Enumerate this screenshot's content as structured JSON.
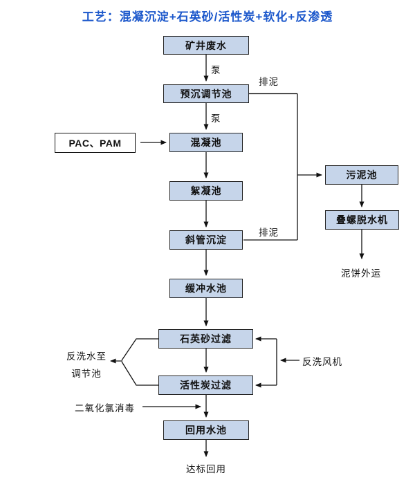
{
  "title": "工艺：混凝沉淀+石英砂/活性炭+软化+反渗透",
  "flow": {
    "nodes": {
      "mine_wastewater": "矿井废水",
      "pre_sed_tank": "预沉调节池",
      "coagulation_tank": "混凝池",
      "flocculation_tank": "絮凝池",
      "inclined_tube_sed": "斜管沉淀",
      "buffer_tank": "缓冲水池",
      "quartz_sand_filter": "石英砂过滤",
      "activated_carbon_filter": "活性炭过滤",
      "reuse_tank": "回用水池",
      "sludge_tank": "污泥池",
      "screw_dewaterer": "叠螺脱水机",
      "dosing": "PAC、PAM"
    },
    "labels": {
      "pump_1": "泵",
      "pump_2": "泵",
      "sludge_discharge_1": "排泥",
      "sludge_discharge_2": "排泥",
      "sludge_cake_out": "泥饼外运",
      "backwash_to_line1": "反洗水至",
      "backwash_to_line2": "调节池",
      "backwash_fan": "反洗风机",
      "chlorine_dioxide": "二氧化氯消毒",
      "reuse_up_to_standard": "达标回用"
    },
    "connections": [
      {
        "from": "矿井废水",
        "to": "预沉调节池",
        "label": "泵"
      },
      {
        "from": "预沉调节池",
        "to": "混凝池",
        "label": "泵"
      },
      {
        "from": "PAC、PAM",
        "to": "混凝池"
      },
      {
        "from": "混凝池",
        "to": "絮凝池"
      },
      {
        "from": "絮凝池",
        "to": "斜管沉淀"
      },
      {
        "from": "斜管沉淀",
        "to": "缓冲水池"
      },
      {
        "from": "缓冲水池",
        "to": "石英砂过滤"
      },
      {
        "from": "石英砂过滤",
        "to": "活性炭过滤"
      },
      {
        "from": "二氧化氯消毒",
        "to": "回用水池"
      },
      {
        "from": "活性炭过滤",
        "to": "回用水池"
      },
      {
        "from": "回用水池",
        "to": "达标回用"
      },
      {
        "from": "预沉调节池",
        "to": "污泥池",
        "label": "排泥"
      },
      {
        "from": "斜管沉淀",
        "to": "污泥池",
        "label": "排泥"
      },
      {
        "from": "污泥池",
        "to": "叠螺脱水机"
      },
      {
        "from": "叠螺脱水机",
        "to": "泥饼外运"
      },
      {
        "from": "石英砂过滤",
        "to": "反洗水至调节池"
      },
      {
        "from": "活性炭过滤",
        "to": "反洗水至调节池"
      },
      {
        "from": "反洗风机",
        "to": "石英砂过滤"
      },
      {
        "from": "反洗风机",
        "to": "活性炭过滤"
      }
    ]
  },
  "colors": {
    "title_blue": "#1b57cb",
    "box_fill": "#c6d5ea",
    "box_border": "#222222",
    "connector": "#111111",
    "background": "#ffffff"
  }
}
